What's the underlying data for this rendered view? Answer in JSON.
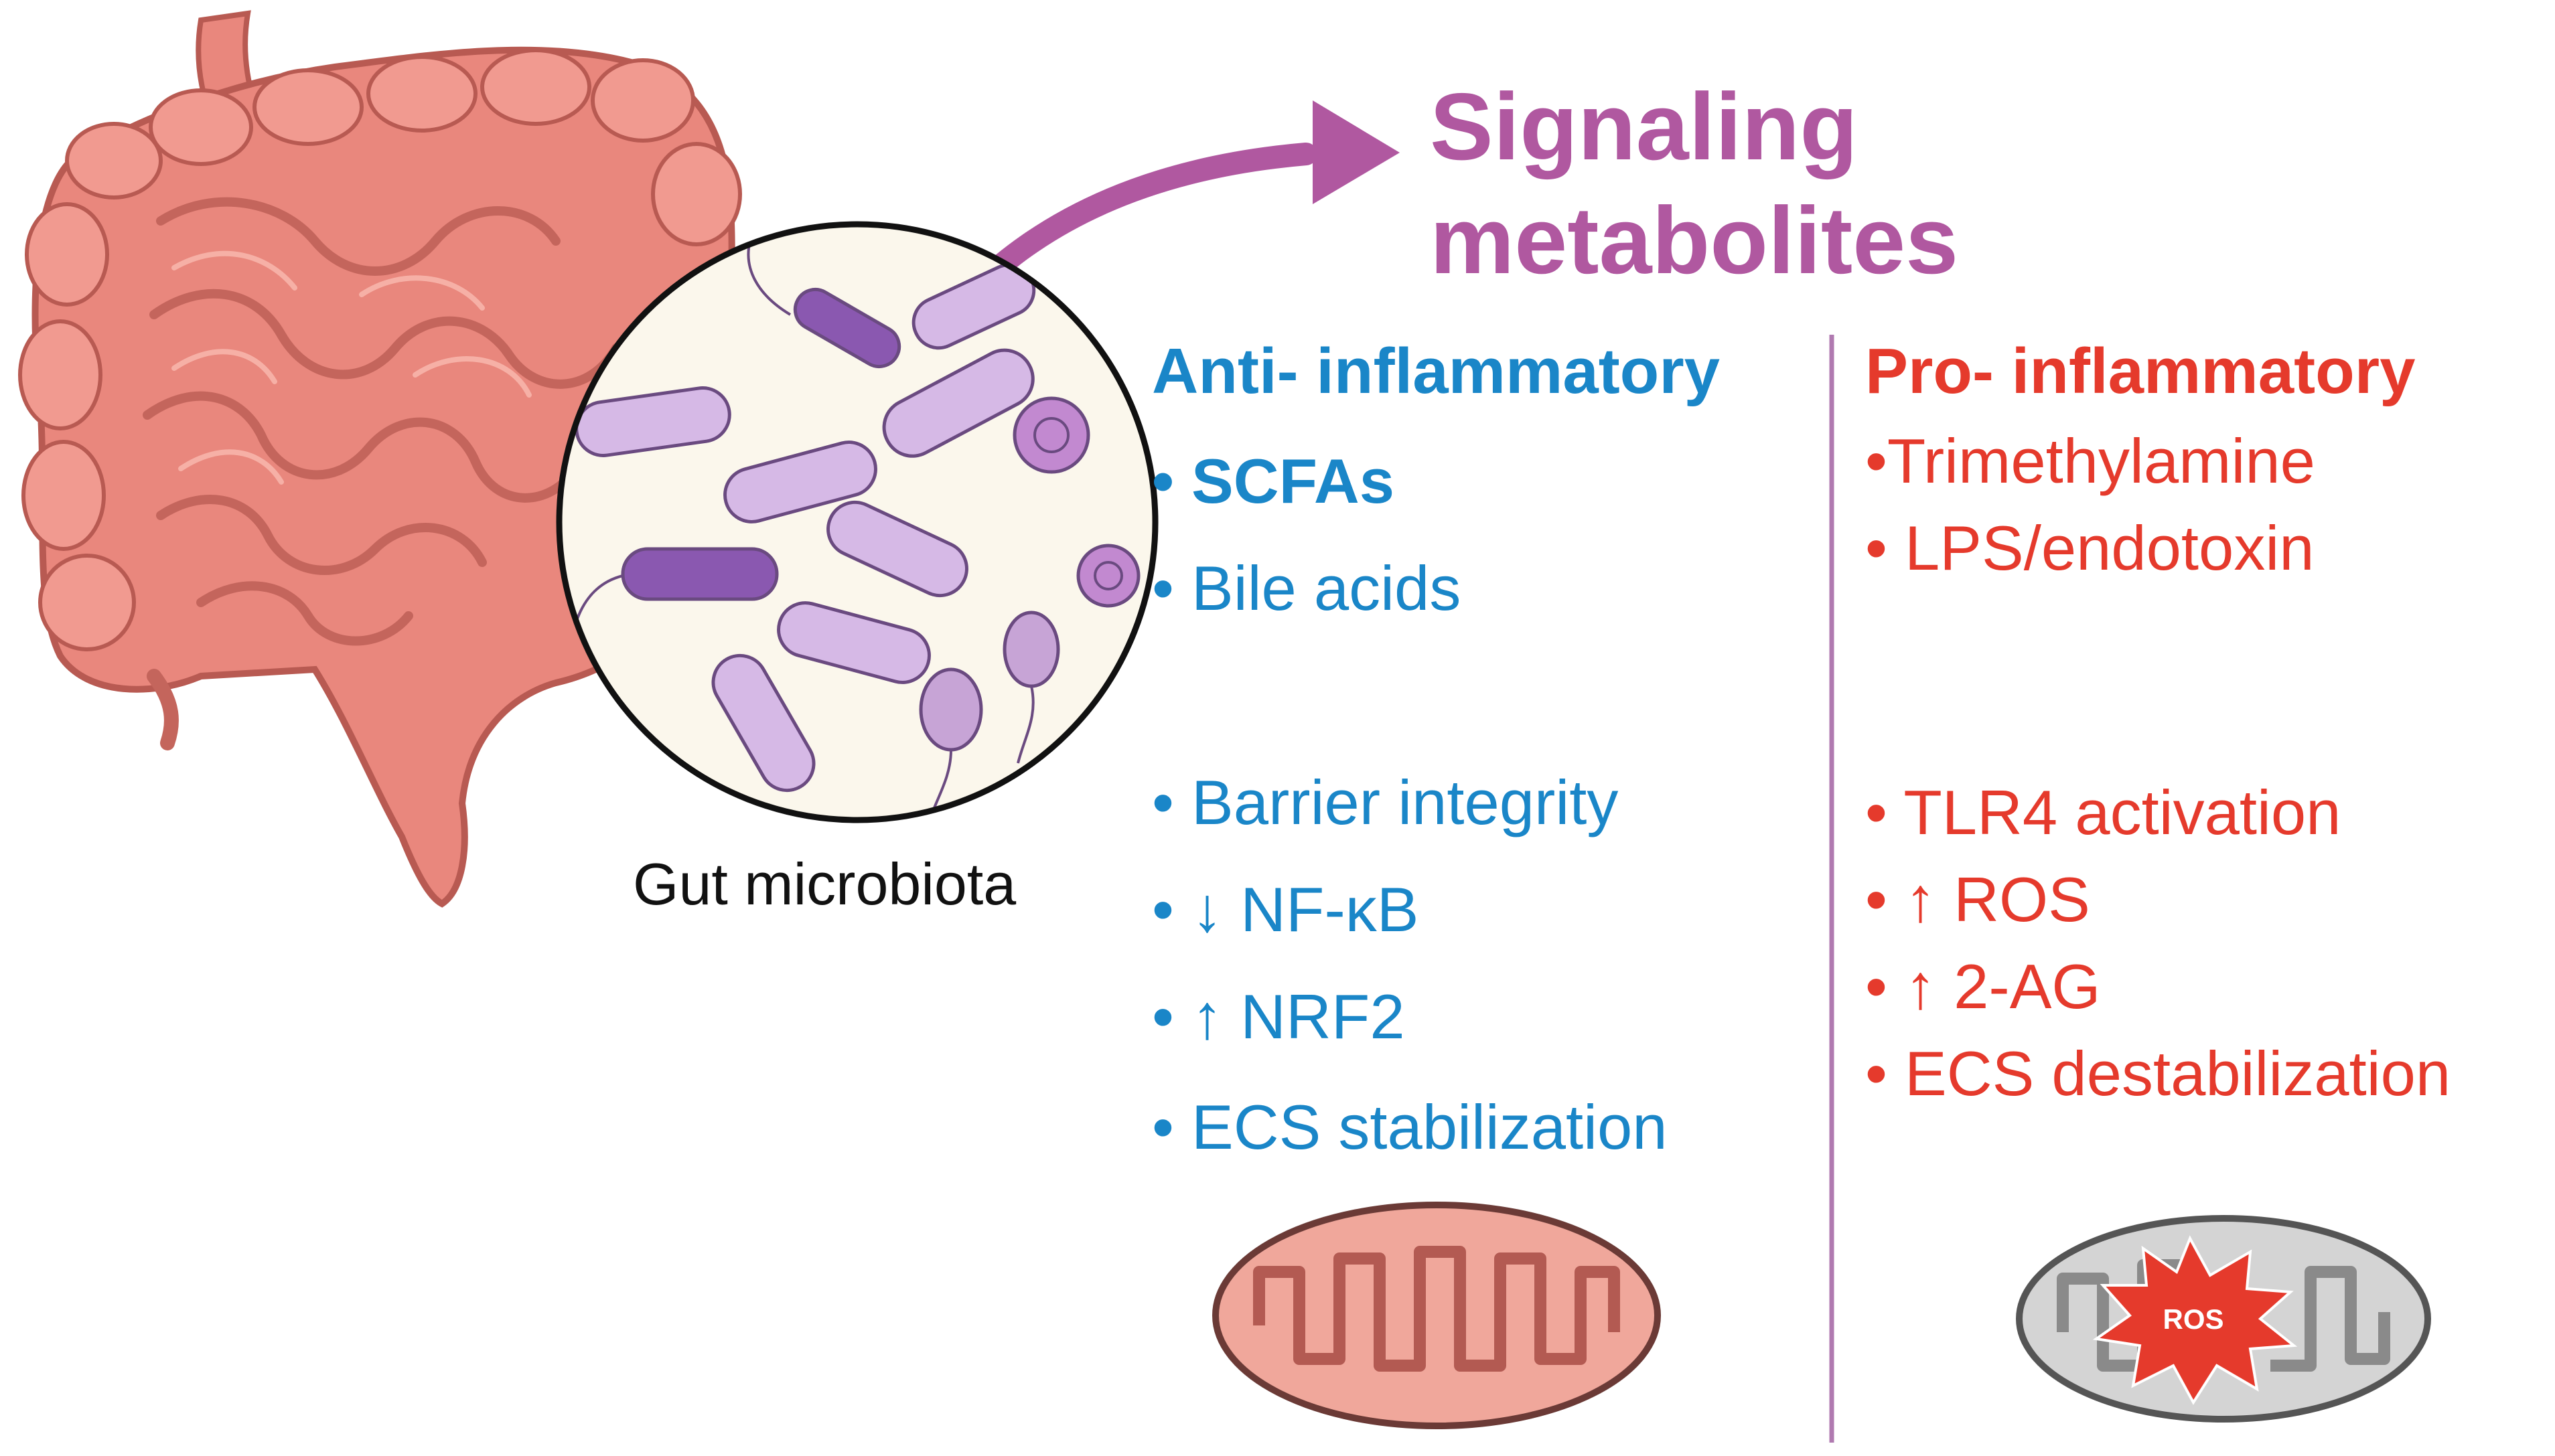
{
  "title": {
    "line1": "Signaling",
    "line2": "metabolites"
  },
  "caption": "Gut microbiota",
  "anti": {
    "heading": "Anti- inflammatory",
    "items": [
      "• SCFAs",
      "• Bile acids",
      "• Barrier integrity",
      "• ↓ NF-κB",
      "• ↑ NRF2",
      "• ECS stabilization"
    ]
  },
  "pro": {
    "heading": "Pro- inflammatory",
    "items": [
      "•Trimethylamine",
      "• LPS/endotoxin",
      "• TLR4 activation",
      "• ↑ ROS",
      "• ↑ 2-AG",
      "• ECS destabilization"
    ]
  },
  "ros_label": "ROS",
  "colors": {
    "anti": "#1a86c8",
    "pro": "#e53a2c",
    "title": "#b058a0",
    "divider": "#b07ab0",
    "intestine": "#e9877d",
    "microbe": "#c9a8dc"
  },
  "icons": [
    "intestine-illustration",
    "microbiota-magnifier",
    "curved-arrow",
    "healthy-mitochondrion",
    "damaged-mitochondrion",
    "ros-burst"
  ]
}
